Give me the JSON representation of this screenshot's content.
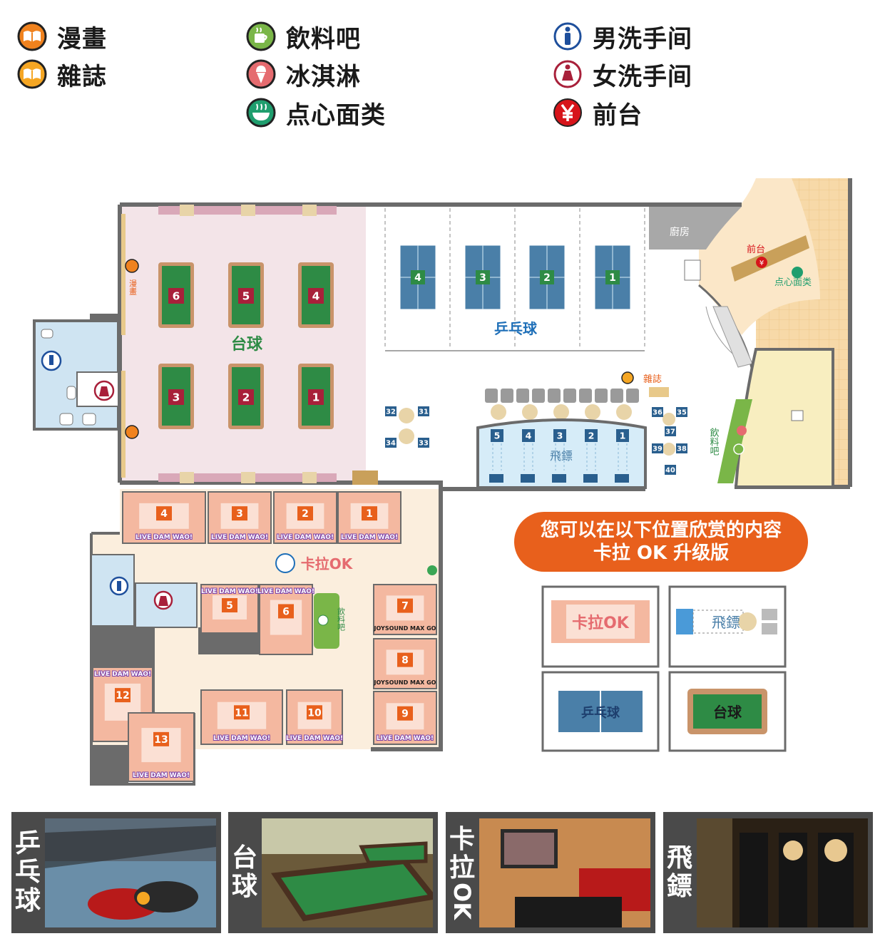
{
  "legend": [
    {
      "icon": "manga-icon",
      "label": "漫畫"
    },
    {
      "icon": "magazine-icon",
      "label": "雜誌"
    },
    {
      "icon": "drink-bar-icon",
      "label": "飲料吧"
    },
    {
      "icon": "ice-cream-icon",
      "label": "冰淇淋"
    },
    {
      "icon": "noodle-icon",
      "label": "点心面类"
    },
    {
      "icon": "male-restroom-icon",
      "label": "男洗手间"
    },
    {
      "icon": "female-restroom-icon",
      "label": "女洗手间"
    },
    {
      "icon": "yen-icon",
      "label": "前台"
    }
  ],
  "colors": {
    "orange": "#e8601c",
    "billiard_green": "#2e8b45",
    "billiard_red": "#a8203a",
    "pingpong_blue": "#4a7fa8",
    "karaoke_pink": "#f4b8a0",
    "floor_pink": "#f3e4e8",
    "floor_cream": "#fbeedd",
    "restroom_blue": "#cfe4f2",
    "reception_tan": "#f7d9a8"
  },
  "map": {
    "billiards_label": "台球",
    "billiard_tables": [
      "6",
      "5",
      "4",
      "3",
      "2",
      "1"
    ],
    "pingpong_label": "乒乓球",
    "pingpong_tables": [
      "4",
      "3",
      "2",
      "1"
    ],
    "darts_label": "飛鏢",
    "dart_machines": [
      "5",
      "4",
      "3",
      "2",
      "1"
    ],
    "seat_numbers_left": [
      "32",
      "31",
      "34",
      "33"
    ],
    "seat_numbers_right": [
      "36",
      "35",
      "37",
      "39",
      "38",
      "40"
    ],
    "kitchen_label": "廚房",
    "reception_label": "前台",
    "snack_label": "点心面类",
    "magazine_label": "雜誌",
    "manga_label": "漫畫",
    "drink_bar_label": "飲料吧",
    "icecream_bar_label": "飲料吧",
    "karaoke_label": "卡拉OK",
    "karaoke_rooms": [
      "4",
      "3",
      "2",
      "1",
      "5",
      "6",
      "7",
      "8",
      "9",
      "10",
      "11",
      "12",
      "13"
    ],
    "live_dam_label": "LIVE DAM WAO!",
    "joysound_label": "JOYSOUND MAX GO",
    "smoking_icon": "smoking-icon"
  },
  "banner": {
    "line1": "您可以在以下位置欣赏的内容",
    "line2": "卡拉 OK 升级版"
  },
  "key": [
    {
      "name": "karaoke",
      "label": "卡拉OK"
    },
    {
      "name": "darts",
      "label": "飛鏢"
    },
    {
      "name": "pingpong",
      "label": "乒乓球"
    },
    {
      "name": "billiards",
      "label": "台球"
    }
  ],
  "photos": [
    {
      "name": "pingpong",
      "label": "乒乓球"
    },
    {
      "name": "billiards",
      "label": "台球"
    },
    {
      "name": "karaoke",
      "label": "卡拉OK"
    },
    {
      "name": "darts",
      "label": "飛鏢"
    }
  ]
}
